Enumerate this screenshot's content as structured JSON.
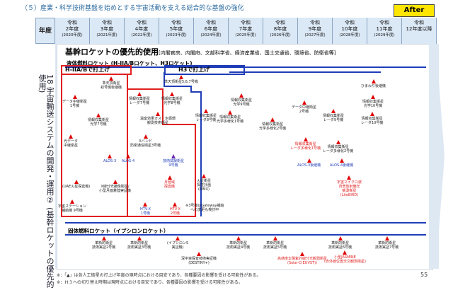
{
  "doc_title": "（５）産業・科学技術基盤を始めとする宇宙活動を支える総合的な基盤の強化",
  "badge": "After",
  "header": {
    "label": "年度",
    "years": [
      {
        "line1": "令和",
        "line2": "2年度",
        "sub": "(2020年度)"
      },
      {
        "line1": "令和",
        "line2": "3年度",
        "sub": "(2021年度)"
      },
      {
        "line1": "令和",
        "line2": "4年度",
        "sub": "(2022年度)"
      },
      {
        "line1": "令和",
        "line2": "5年度",
        "sub": "(2023年度)"
      },
      {
        "line1": "令和",
        "line2": "6年度",
        "sub": "(2024年度)"
      },
      {
        "line1": "令和",
        "line2": "7年度",
        "sub": "(2025年度)"
      },
      {
        "line1": "令和",
        "line2": "8年度",
        "sub": "(2026年度)"
      },
      {
        "line1": "令和",
        "line2": "9年度",
        "sub": "(2027年度)"
      },
      {
        "line1": "令和",
        "line2": "10年度",
        "sub": "(2028年度)"
      },
      {
        "line1": "令和",
        "line2": "11年度",
        "sub": "(2029年度)"
      },
      {
        "line1": "令和",
        "line2": "12年度以降",
        "sub": ""
      }
    ]
  },
  "vertical_title": "18 宇宙輸送システムの開発・運用② (基幹ロケットの優先的使用)",
  "main": {
    "title": "基幹ロケットの優先的使用",
    "title_note": "[内閣官房、内閣府、文部科学省、経済産業省、国土交通省、環境省、防衛省等]",
    "liquid_title": "液体燃料ロケット (H-IIA/Bロケット、H3ロケット)",
    "h2a_label": "H-IIA/Bで打上げ",
    "h3_label": "H3で打上げ",
    "solid_title": "固体燃料ロケット（イプシロンロケット）"
  },
  "items": [
    {
      "id": "i1",
      "text": "データ中継衛星\n1号機",
      "color": "dark",
      "tri": "red"
    },
    {
      "id": "i2",
      "text": "光データ\n中継衛星",
      "color": "dark",
      "tri": "red"
    },
    {
      "id": "i3",
      "text": "(UAE火星探査機)",
      "color": "dark",
      "tri": "red"
    },
    {
      "id": "i4",
      "text": "宇宙ステーション\n補給機 9号機",
      "color": "dark",
      "tri": "red"
    },
    {
      "id": "i5",
      "text": "情報収集衛星\n光学7号機",
      "color": "dark",
      "tri": "red"
    },
    {
      "id": "i6",
      "text": "ALOS-3",
      "color": "blue",
      "tri": "red"
    },
    {
      "id": "i7",
      "text": "ALOS-4",
      "color": "blue",
      "tri": "red"
    },
    {
      "id": "i8",
      "text": "X線分光撮像衛星/\n小型月面着陸実証機",
      "color": "dark",
      "tri": "red"
    },
    {
      "id": "i9",
      "text": "HTV-X\n1号機",
      "color": "blue",
      "tri": "red"
    },
    {
      "id": "i10",
      "text": "準天頂衛星\n初号機後継機",
      "color": "dark",
      "tri": "red"
    },
    {
      "id": "i11",
      "text": "情報収集衛星\nレーダ7号機",
      "color": "dark",
      "tri": "red"
    },
    {
      "id": "i12",
      "text": "温室効果ガス・水循環\n観測技術衛星",
      "color": "dark",
      "tri": "red"
    },
    {
      "id": "i13",
      "text": "Xバンド\n防衛通信衛星3号機",
      "color": "dark",
      "tri": "red"
    },
    {
      "id": "i14",
      "text": "技術試験衛星\n9号機",
      "color": "blue",
      "tri": "purple"
    },
    {
      "id": "i15",
      "text": "月極域\n探査機",
      "color": "red",
      "tri": "red"
    },
    {
      "id": "i16",
      "text": "HTV-X\n2号機",
      "color": "red",
      "tri": "red"
    },
    {
      "id": "i17",
      "text": "準天頂衛星5,6,7号機",
      "color": "dark",
      "tri": "red"
    },
    {
      "id": "i18",
      "text": "情報収集衛星\n光学8号機",
      "color": "dark",
      "tri": "red"
    },
    {
      "id": "i19",
      "text": "情報収集衛星\nレーダ8号機",
      "color": "dark",
      "tri": "red"
    },
    {
      "id": "i20",
      "text": "火星衛星\n探査計画\n(MMX)",
      "color": "dark",
      "tri": "red"
    },
    {
      "id": "i21",
      "text": "※3号機はGateway補給\nへの変更も検討中",
      "color": "dark",
      "tri": "red"
    },
    {
      "id": "i22",
      "text": "情報収集衛星\n光学9号機",
      "color": "dark",
      "tri": "red"
    },
    {
      "id": "i23",
      "text": "情報収集衛星\n光学多様化1号機",
      "color": "dark",
      "tri": "red"
    },
    {
      "id": "i24",
      "text": "情報収集衛星\nレーダ多様化1号機",
      "color": "red",
      "tri": "red"
    },
    {
      "id": "i25",
      "text": "データ中継衛星\n2号機",
      "color": "dark",
      "tri": "red"
    },
    {
      "id": "i26",
      "text": "情報収集衛星\n光学多様化2号機",
      "color": "dark",
      "tri": "red"
    },
    {
      "id": "i27",
      "text": "ALOS-3後継機",
      "color": "blue",
      "tri": "red"
    },
    {
      "id": "i28",
      "text": "情報収集衛星\nレーダ9号機",
      "color": "dark",
      "tri": "red"
    },
    {
      "id": "i29",
      "text": "情報収集衛星\nレーダ多様化2号機",
      "color": "dark",
      "tri": "red"
    },
    {
      "id": "i30",
      "text": "ALOS-4後継機",
      "color": "blue",
      "tri": "red"
    },
    {
      "id": "i31",
      "text": "宇宙マイクロ波\n背景放射偏光\n観測衛星\n(LiteBIRD)",
      "color": "red",
      "tri": "red"
    },
    {
      "id": "i32",
      "text": "ひまわり後継機",
      "color": "dark",
      "tri": "red"
    },
    {
      "id": "i33",
      "text": "情報収集衛星\n光学10号機",
      "color": "dark",
      "tri": "red"
    },
    {
      "id": "i34",
      "text": "情報収集衛星\nレーダ10号機",
      "color": "dark",
      "tri": "red"
    },
    {
      "id": "s1",
      "text": "革新的衛星\n技術実証2号機",
      "color": "dark",
      "tri": "red"
    },
    {
      "id": "s2",
      "text": "革新的衛星\n技術実証3号機",
      "color": "dark",
      "tri": "red"
    },
    {
      "id": "s3",
      "text": "(イプシロンS\n実証機)",
      "color": "dark",
      "tri": "red"
    },
    {
      "id": "s4",
      "text": "深宇宙探査技術実証機\n(DESTINY+)",
      "color": "dark",
      "tri": "red"
    },
    {
      "id": "s5",
      "text": "革新的衛星\n技術実証4号機",
      "color": "dark",
      "tri": "red"
    },
    {
      "id": "s6",
      "text": "革新的衛星\n技術実証5号機",
      "color": "dark",
      "tri": "red"
    },
    {
      "id": "s7",
      "text": "高感度太陽紫外線分光観測衛星\n(Solar-C(EUVST))",
      "color": "red",
      "tri": "red"
    },
    {
      "id": "s8",
      "text": "小型JASMINE\n(赤外線位置天文観測衛星)",
      "color": "red",
      "tri": "red"
    },
    {
      "id": "s9",
      "text": "革新的衛星\n技術実証6号機",
      "color": "dark",
      "tri": "red"
    },
    {
      "id": "s10",
      "text": "革新的衛星\n技術実証7号機",
      "color": "dark",
      "tri": "red"
    }
  ],
  "footnote1": "※：「▲」は各人工衛星の打上げ年度の現時点における目安であり、各種要因の影響を受ける可能性がある。",
  "footnote2": "※：Ｈ３への切り替え時期は現時点における目安であり、各種要因の影響を受ける可能性がある。",
  "page_number": "55"
}
